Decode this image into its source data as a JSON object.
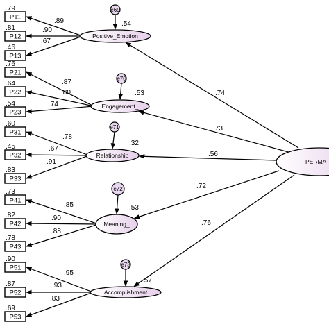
{
  "colors": {
    "factor_fill_start": "#ffffff",
    "factor_fill_end": "#e6cfea",
    "error_fill": "#e8d6ee",
    "stroke": "#000000"
  },
  "second_order": {
    "label": "PERMA",
    "paths": [
      {
        "factor": "positive_emotion",
        "loading": ".74"
      },
      {
        "factor": "engagement",
        "loading": ".73"
      },
      {
        "factor": "relationship",
        "loading": ".56"
      },
      {
        "factor": "meaning",
        "loading": ".72"
      },
      {
        "factor": "accomplishment",
        "loading": ".76"
      }
    ]
  },
  "factors": [
    {
      "id": "positive_emotion",
      "label": "Positive_Emotion",
      "error": {
        "label": "e69"
      },
      "r2": ".54",
      "indicators": [
        {
          "label": "P11",
          "r2": ".79",
          "loading": ".89"
        },
        {
          "label": "P12",
          "r2": ".81",
          "loading": ".90"
        },
        {
          "label": "P13",
          "r2": ".46",
          "loading": ".67"
        }
      ]
    },
    {
      "id": "engagement",
      "label": "Engagement_",
      "error": {
        "label": "e70"
      },
      "r2": ".53",
      "indicators": [
        {
          "label": "P21",
          "r2": ".76",
          "loading": ".87"
        },
        {
          "label": "P22",
          "r2": ".64",
          "loading": ".80"
        },
        {
          "label": "P23",
          "r2": ".54",
          "loading": ".74"
        }
      ]
    },
    {
      "id": "relationship",
      "label": "Relationship",
      "error": {
        "label": "e71"
      },
      "r2": ".32",
      "indicators": [
        {
          "label": "P31",
          "r2": ".60",
          "loading": ".78"
        },
        {
          "label": "P32",
          "r2": ".45",
          "loading": ".67"
        },
        {
          "label": "P33",
          "r2": ".83",
          "loading": ".91"
        }
      ]
    },
    {
      "id": "meaning",
      "label": "Meaning_",
      "error": {
        "label": "e72"
      },
      "r2": ".53",
      "indicators": [
        {
          "label": "P41",
          "r2": ".73",
          "loading": ".85"
        },
        {
          "label": "P42",
          "r2": ".82",
          "loading": ".90"
        },
        {
          "label": "P43",
          "r2": ".78",
          "loading": ".88"
        }
      ]
    },
    {
      "id": "accomplishment",
      "label": "Accomplishment",
      "error": {
        "label": "e73"
      },
      "r2": ".57",
      "indicators": [
        {
          "label": "P51",
          "r2": ".90",
          "loading": ".95"
        },
        {
          "label": "P52",
          "r2": ".87",
          "loading": ".93"
        },
        {
          "label": "P53",
          "r2": ".69",
          "loading": ".83"
        }
      ]
    }
  ]
}
